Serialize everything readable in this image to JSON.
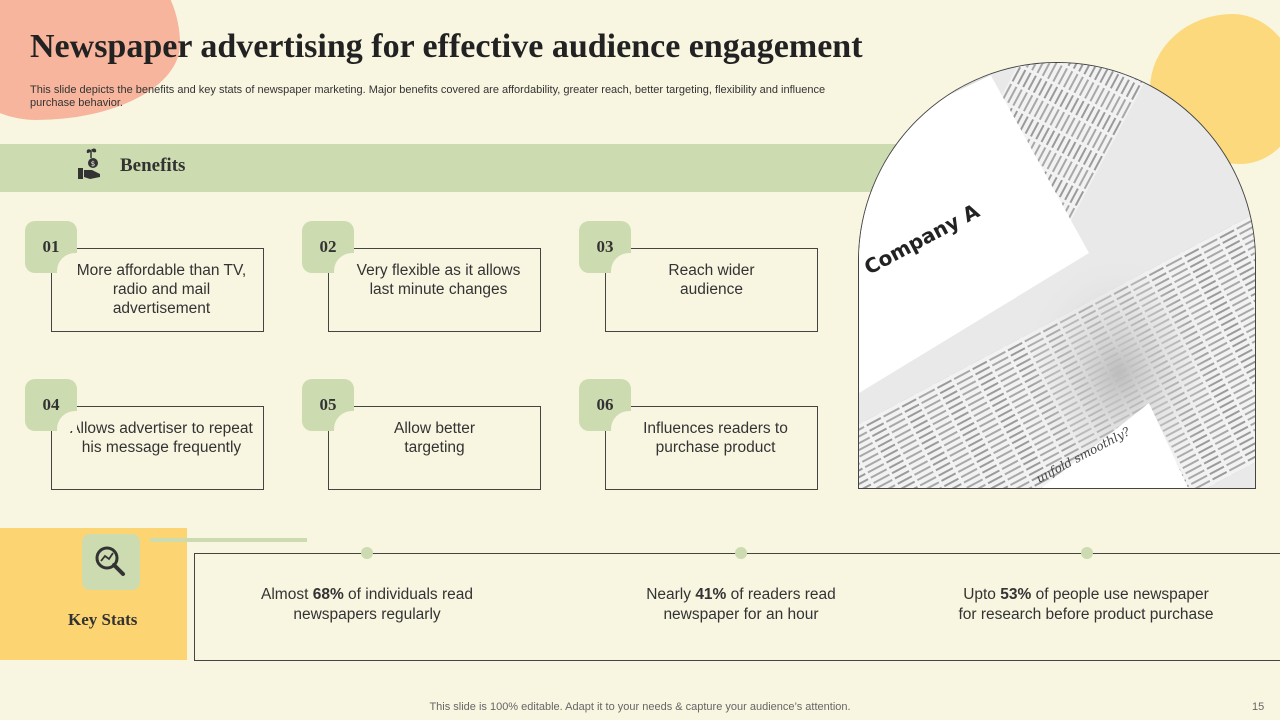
{
  "slide": {
    "title": "Newspaper advertising for effective audience engagement",
    "subtitle": "This slide depicts the benefits and key stats of newspaper marketing. Major benefits covered are affordability, greater reach, better targeting, flexibility and influence purchase behavior.",
    "footer": "This slide is 100% editable. Adapt it to your needs & capture your audience’s attention.",
    "page_number": "15"
  },
  "benefits": {
    "heading": "Benefits",
    "icon": "money-hand-icon",
    "items": [
      {
        "number": "01",
        "text": "More affordable than TV, radio and mail advertisement"
      },
      {
        "number": "02",
        "text": "Very flexible as it allows last minute changes"
      },
      {
        "number": "03",
        "text": "Reach wider audience"
      },
      {
        "number": "04",
        "text": "Allows advertiser to repeat his message frequently"
      },
      {
        "number": "05",
        "text": "Allow better targeting"
      },
      {
        "number": "06",
        "text": "Influences  readers to purchase product"
      }
    ]
  },
  "photo": {
    "company_label": "Company A",
    "headline_fragment": "unfold smoothly?"
  },
  "key_stats": {
    "heading": "Key Stats",
    "icon": "magnifier-chart-icon",
    "stats": [
      {
        "pre": "Almost ",
        "value": "68%",
        "post": " of individuals read newspapers regularly"
      },
      {
        "pre": "Nearly ",
        "value": "41%",
        "post": " of readers read newspaper for an hour"
      },
      {
        "pre": "Upto ",
        "value": "53%",
        "post": " of people use newspaper for research before product purchase"
      }
    ]
  },
  "colors": {
    "background": "#f8f5e1",
    "accent_green": "#cddbb0",
    "accent_yellow": "#fcd572",
    "accent_peach": "#f6b59c"
  }
}
